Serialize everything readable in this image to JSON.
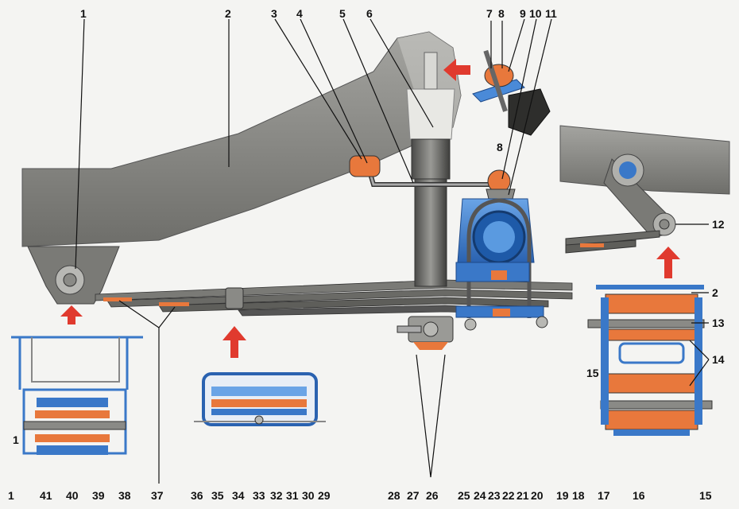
{
  "colors": {
    "background": "#f4f4f2",
    "frame": "#8e8e8a",
    "spring": "#6a6a66",
    "blue_part": "#3a78c8",
    "orange_part": "#e8783c",
    "arrow": "#e03a2e"
  },
  "callouts": {
    "c1": "1",
    "c2": "2",
    "c3": "3",
    "c4": "4",
    "c5": "5",
    "c6": "6",
    "c7": "7",
    "c8": "8",
    "c9": "9",
    "c10": "10",
    "c11": "11",
    "c12": "12",
    "c13": "13",
    "c14": "14",
    "c15": "15",
    "c16": "16",
    "c17": "17",
    "c18": "18",
    "c19": "19",
    "c20": "20",
    "c21": "21",
    "c22": "22",
    "c23": "23",
    "c24": "24",
    "c25": "25",
    "c26": "26",
    "c27": "27",
    "c28": "28",
    "c29": "29",
    "c30": "30",
    "c31": "31",
    "c32": "32",
    "c33": "33",
    "c34": "34",
    "c35": "35",
    "c36": "36",
    "c37": "37",
    "c38": "38",
    "c39": "39",
    "c40": "40",
    "c41": "41"
  }
}
